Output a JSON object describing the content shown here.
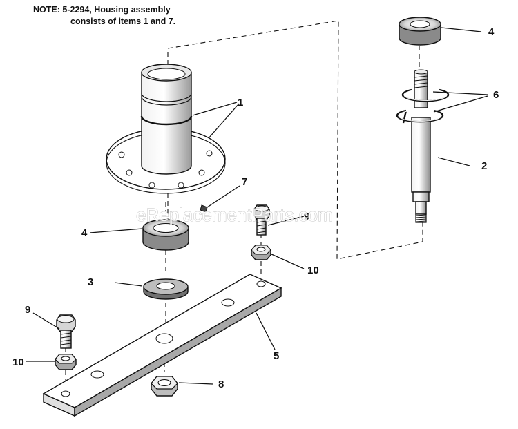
{
  "note": {
    "line1": "NOTE: 5-2294, Housing assembly",
    "line2": "consists of items 1 and 7."
  },
  "watermark": "eReplacementParts.com",
  "callouts": {
    "housing": "1",
    "shaft": "2",
    "washer": "3",
    "bearing_top": "4",
    "bearing_lower": "4",
    "blade": "5",
    "retaining_rings": "6",
    "set_screw": "7",
    "nut_center": "8",
    "bolt_right": "9",
    "bolt_left": "9",
    "nut_right": "10",
    "nut_left": "10"
  },
  "colors": {
    "ink": "#111111",
    "paper": "#ffffff",
    "shade": "#8a8a8a"
  }
}
